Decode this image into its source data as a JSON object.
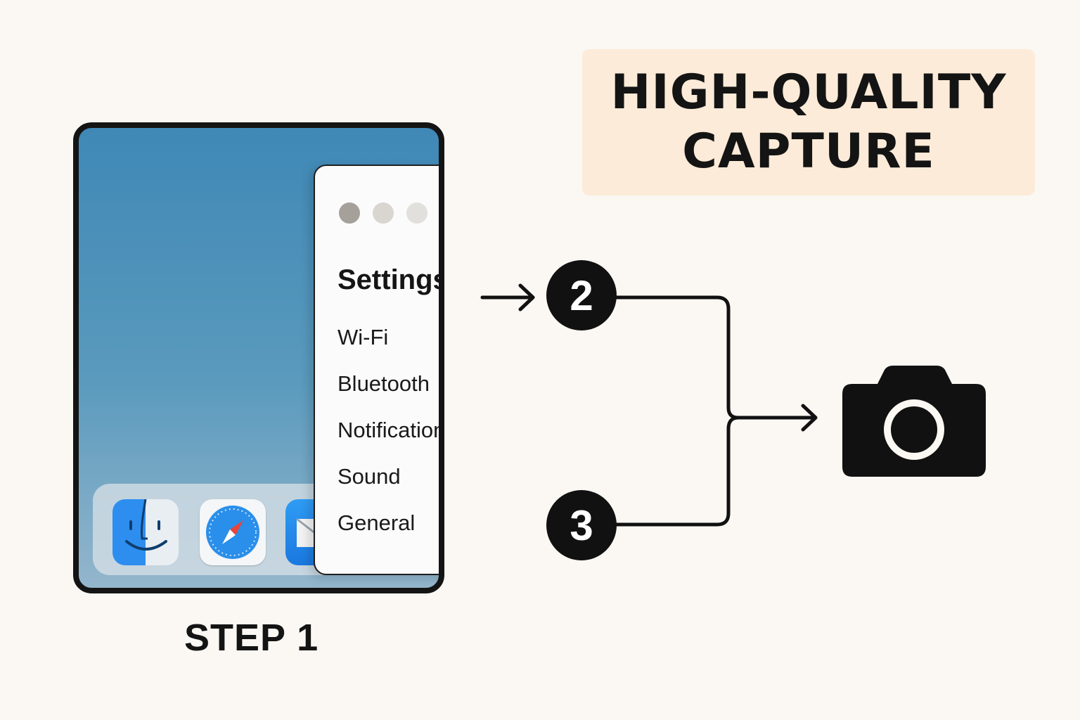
{
  "title": {
    "line1": "HIGH-QUALITY",
    "line2": "CAPTURE"
  },
  "settings_window": {
    "title": "Settings",
    "items": [
      "Wi-Fi",
      "Bluetooth",
      "Notifications",
      "Sound",
      "General"
    ]
  },
  "dock": {
    "apps": [
      "finder-icon",
      "safari-icon",
      "mail-icon"
    ]
  },
  "steps": {
    "step1_label": "STEP 1",
    "badge2": "2",
    "badge3": "3"
  },
  "colors": {
    "background": "#fbf8f3",
    "title_box": "#fcebd8",
    "desktop_blue": "#3f88b6",
    "ink": "#111111"
  }
}
